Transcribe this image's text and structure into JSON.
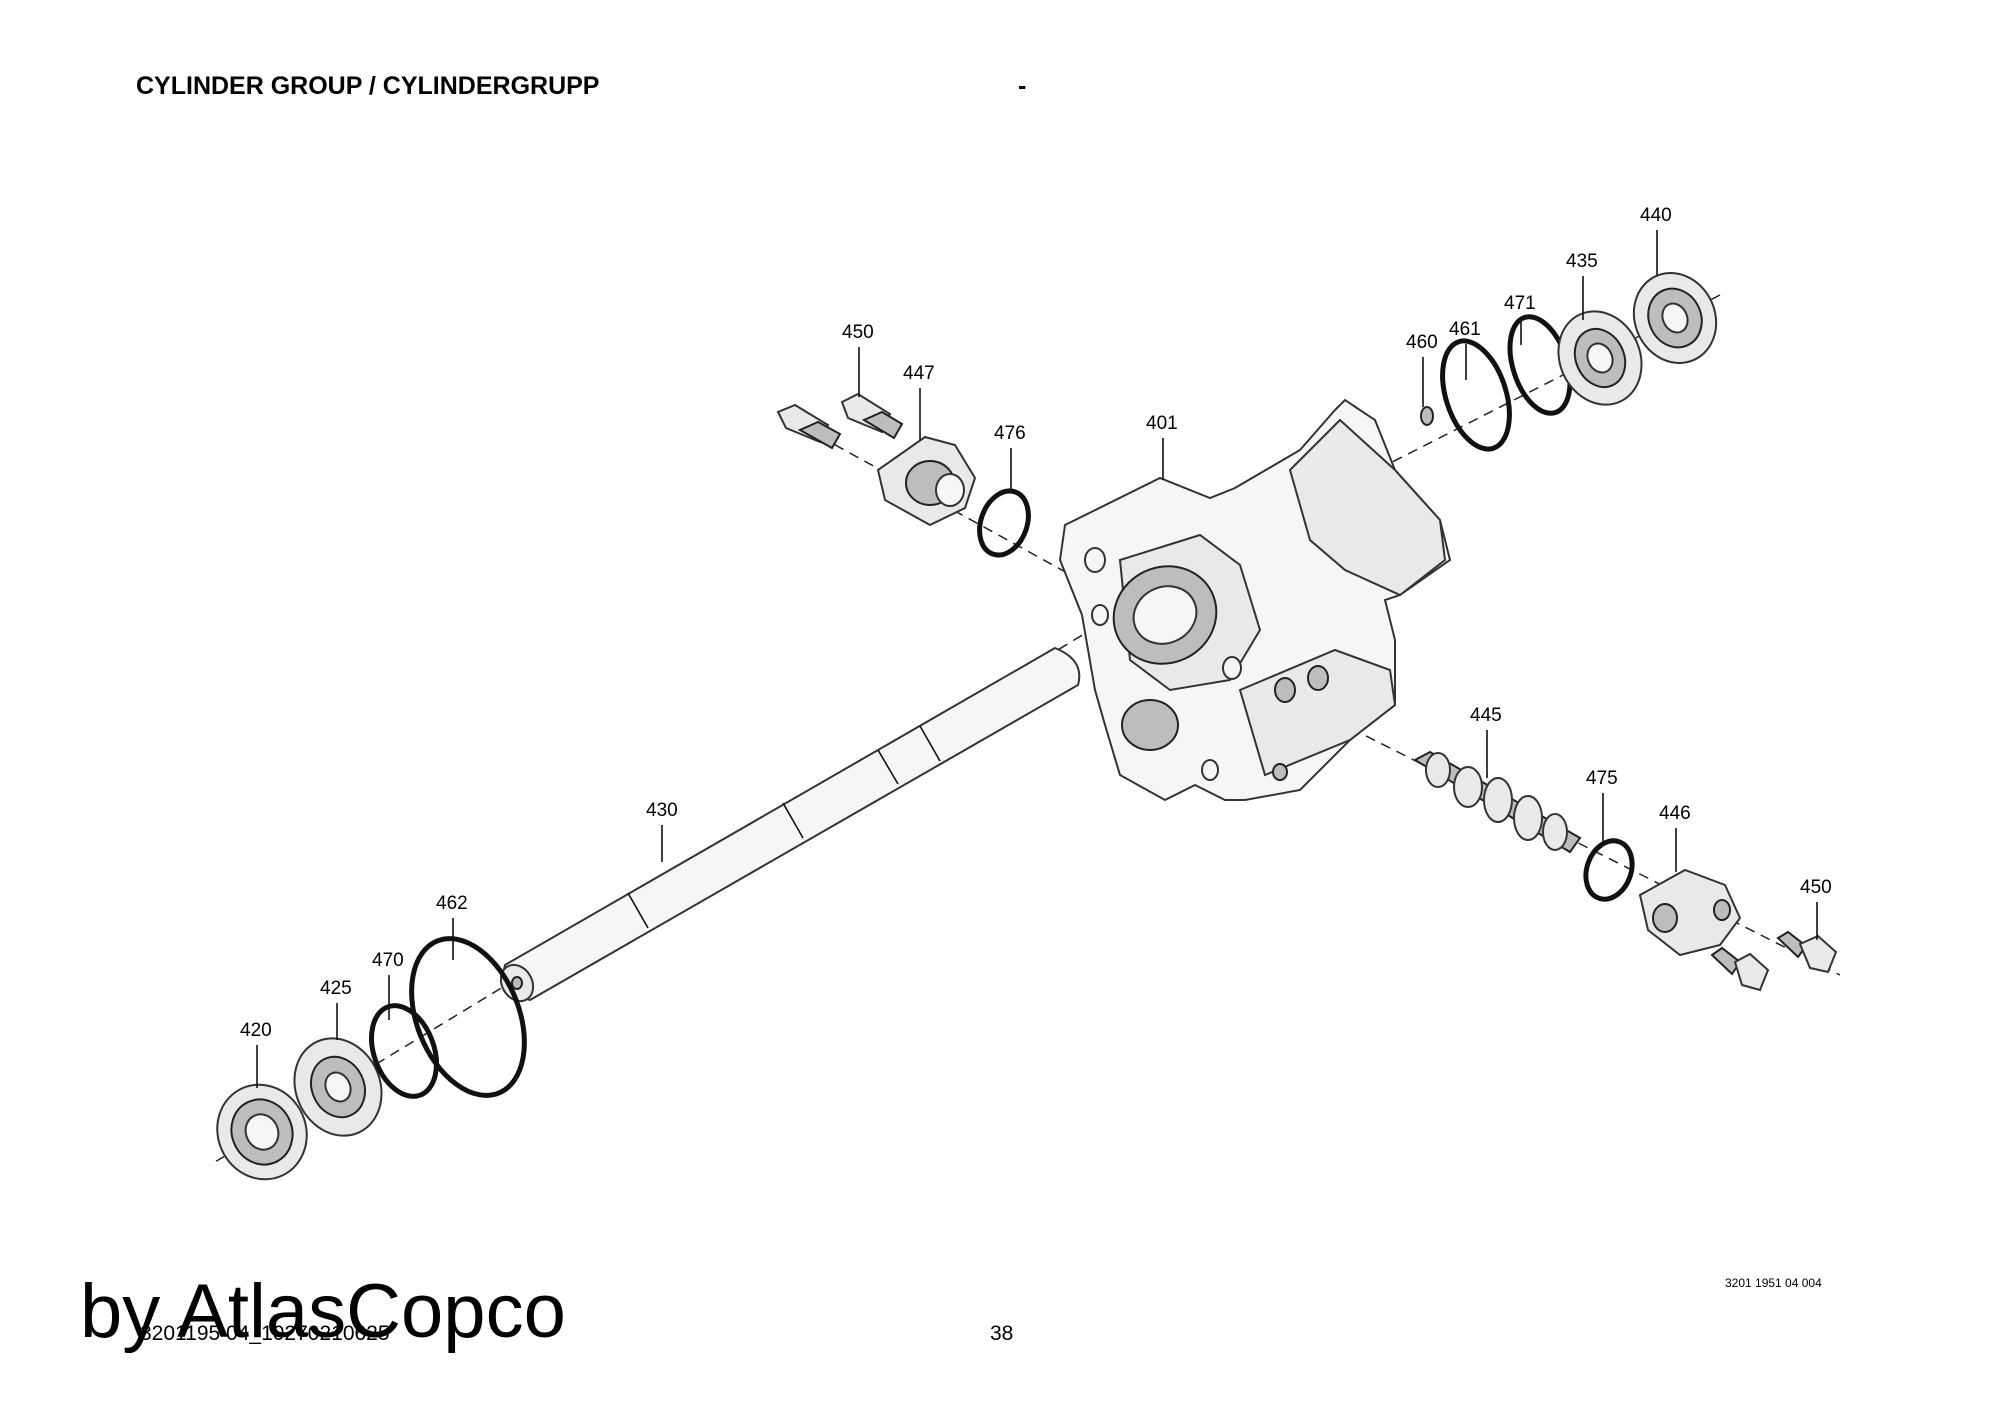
{
  "header": {
    "title": "CYLINDER GROUP / CYLINDERGRUPP",
    "dash": "-"
  },
  "callouts": {
    "c401": "401",
    "c420": "420",
    "c425": "425",
    "c430": "430",
    "c435": "435",
    "c440": "440",
    "c445": "445",
    "c446": "446",
    "c447": "447",
    "c450_top": "450",
    "c450_right": "450",
    "c460": "460",
    "c461": "461",
    "c462": "462",
    "c470": "470",
    "c471": "471",
    "c475": "475",
    "c476": "476"
  },
  "footer": {
    "doc_ref": "3201 1951 04 004",
    "page_number": "38",
    "file_name": "3201195 04_10270210625",
    "brand_watermark": "by AtlasCopco"
  }
}
